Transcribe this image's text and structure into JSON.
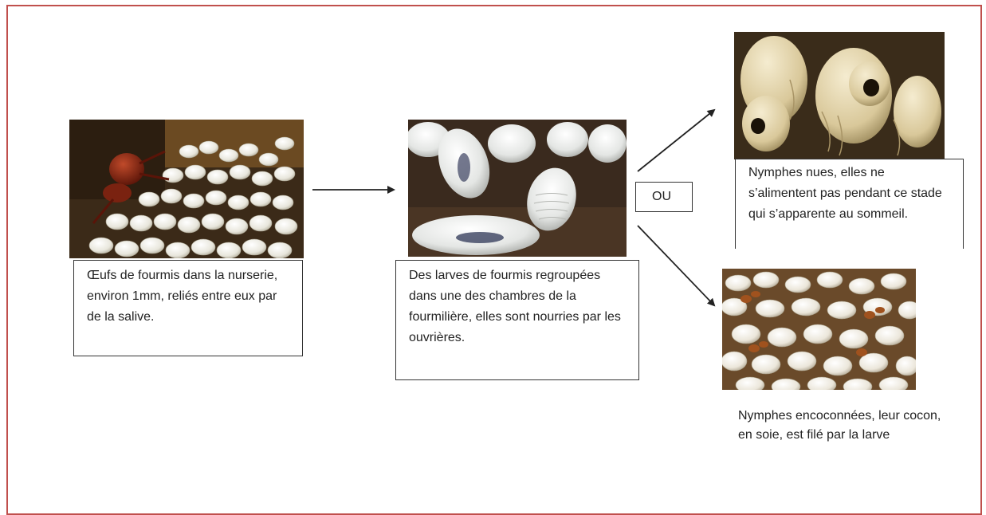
{
  "stages": {
    "eggs": {
      "caption": "Œufs de fourmis dans la nurserie, environ 1mm, reliés entre eux par de la salive."
    },
    "larvae": {
      "caption": "Des  larves de fourmis regroupées dans une des chambres de la fourmilière, elles sont nourries par les ouvrières."
    },
    "naked_pupae": {
      "caption": "Nymphes nues, elles ne s’alimentent pas pendant ce stade qui s’apparente au sommeil."
    },
    "cocoon_pupae": {
      "caption": "Nymphes encoconnées, leur cocon, en soie,  est filé par la larve"
    }
  },
  "branch_label": "OU",
  "colors": {
    "frame": "#c0504d",
    "arrow": "#222222",
    "box_border": "#333333"
  }
}
